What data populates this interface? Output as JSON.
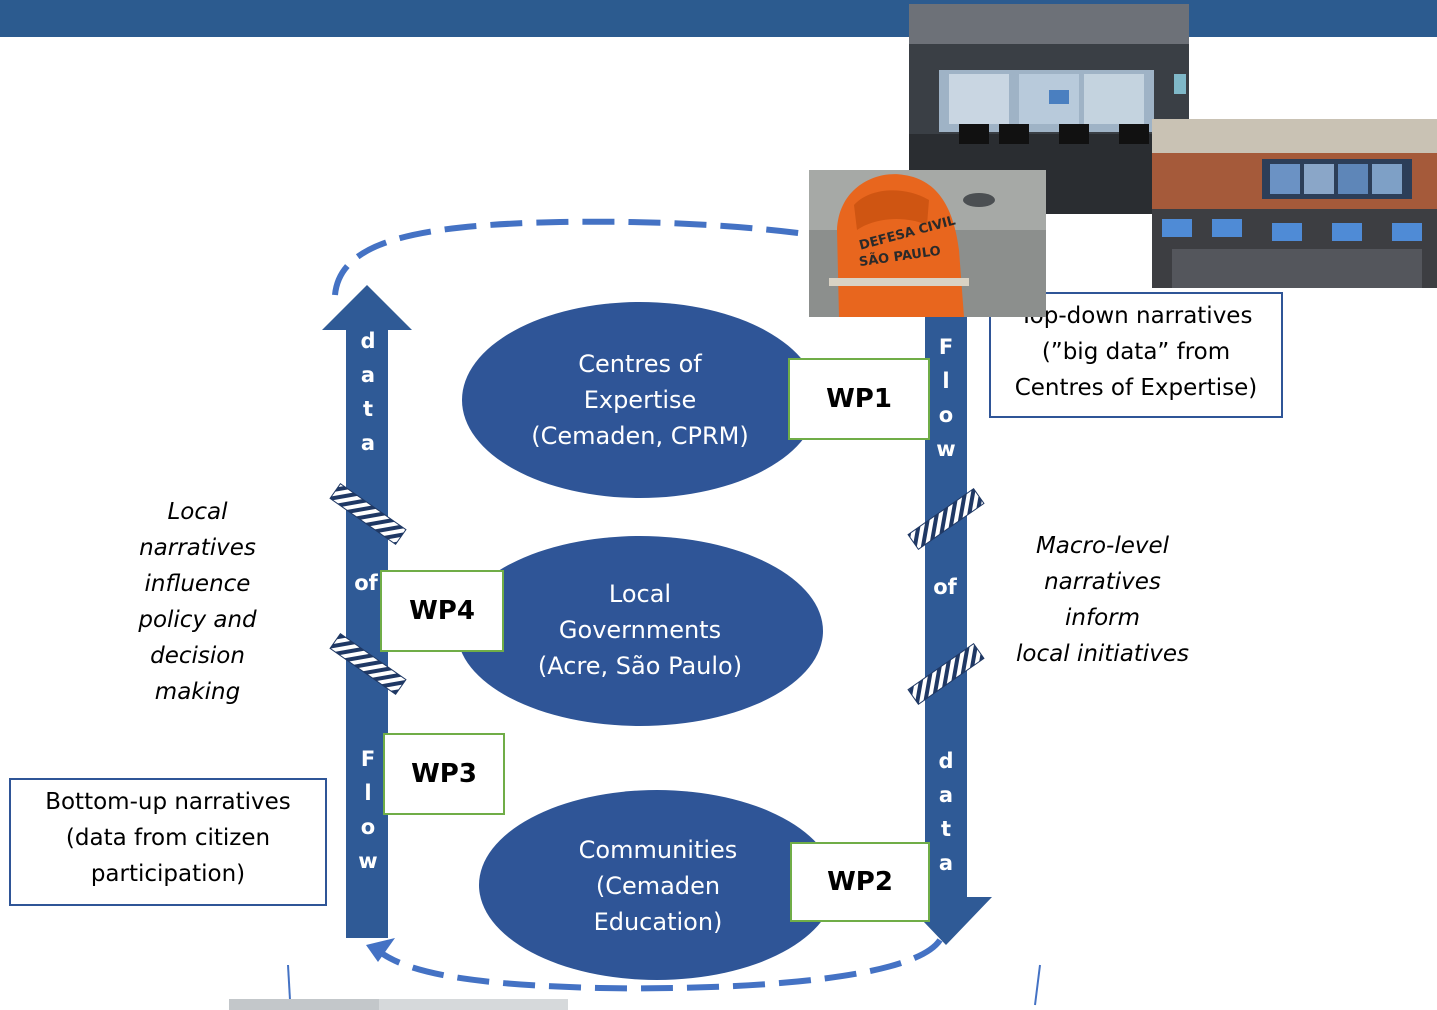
{
  "header": {
    "bar_color": "#2c5b8f"
  },
  "ellipses": {
    "centres": "Centres\nof\nExpertise\n(Cemaden, CPRM)",
    "local_gov": "Local\nGovernments\n(Acre, São Paulo)",
    "communities": "Communities\n(Cemaden\nEducation)"
  },
  "left_arrow": {
    "word_top": [
      "d",
      "a",
      "t",
      "a"
    ],
    "word_mid": "of",
    "word_bottom": [
      "F",
      "l",
      "o",
      "w"
    ]
  },
  "right_arrow": {
    "word_top": [
      "F",
      "l",
      "o",
      "w"
    ],
    "word_mid": "of",
    "word_bottom": [
      "d",
      "a",
      "t",
      "a"
    ]
  },
  "wp": {
    "wp1": "WP1",
    "wp2": "WP2",
    "wp3": "WP3",
    "wp4": "WP4"
  },
  "top_down_box": "Top-down narratives\n(”big data” from\nCentres of Expertise)",
  "bottom_up_box": "Bottom-up narratives\n(data from citizen\nparticipation)",
  "left_note": "Local\nnarratives\ninfluence\npolicy  and\ndecision\nmaking",
  "right_note": "Macro-level\nnarratives\ninform\nlocal initiatives",
  "photo_text": {
    "jacket": "DEFESA CIVIL\nSÃO PAULO"
  },
  "colors": {
    "ellipse": "#2f5597",
    "arrow": "#2f5a96",
    "dashed": "#4472c4",
    "wp_border": "#70ad47"
  }
}
